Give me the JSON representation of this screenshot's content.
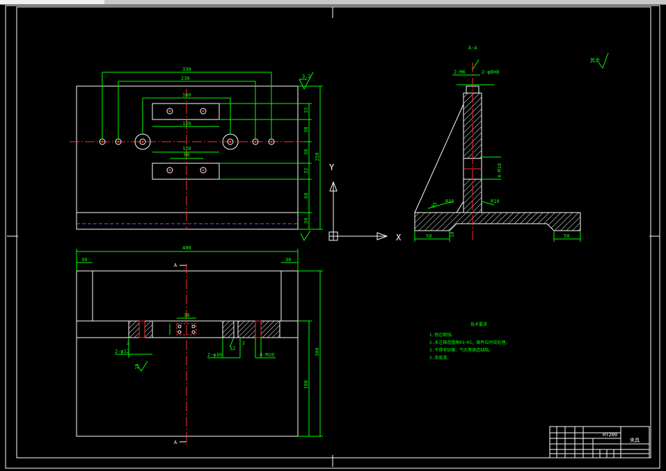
{
  "dims": {
    "top_overall": "330",
    "top_inner": "230",
    "slot_upper": "160",
    "slot_mid": "120",
    "slot_lower_outer": "120",
    "slot_lower_inner": "60",
    "v_32a": "32",
    "v_38a": "38",
    "v_38b": "38",
    "v_32b": "32",
    "v_60": "60",
    "v_30": "30",
    "v_total": "250",
    "front_width": "400",
    "front_left_30": "30",
    "front_right_30": "30",
    "front_center_30": "30",
    "front_height": "300",
    "front_180": "180",
    "front_2": "2",
    "front_2b": "2",
    "front_15": "15",
    "front_32": "32"
  },
  "roughness": {
    "top_right": "3.2"
  },
  "annotations": {
    "hole_left": "2-φ12",
    "hole_mid": "2-φ30",
    "hole_right": "4-M10",
    "section_mark_top": "A",
    "section_mark_bottom": "A",
    "axis_y": "Y",
    "axis_x": "X",
    "section_title": "A-A",
    "side_2m6": "2-M6",
    "side_2phi": "2-φ8H8",
    "side_r10a": "R10",
    "side_r10b": "R10",
    "side_50a": "50",
    "side_50b": "50",
    "side_10": "10",
    "side_4m10": "4-M10",
    "side_r5": "R5",
    "roughness_label": "其余"
  },
  "notes": {
    "title": "技术要求",
    "items": [
      "1.锐边倒钝。",
      "2.未注铸造圆角R3~R5，铸件应时效处理。",
      "3.不得有砂眼、气孔等铸造缺陷。",
      "3.涂底漆。"
    ]
  },
  "title_block": {
    "material": "HT200",
    "org": "夹具"
  }
}
